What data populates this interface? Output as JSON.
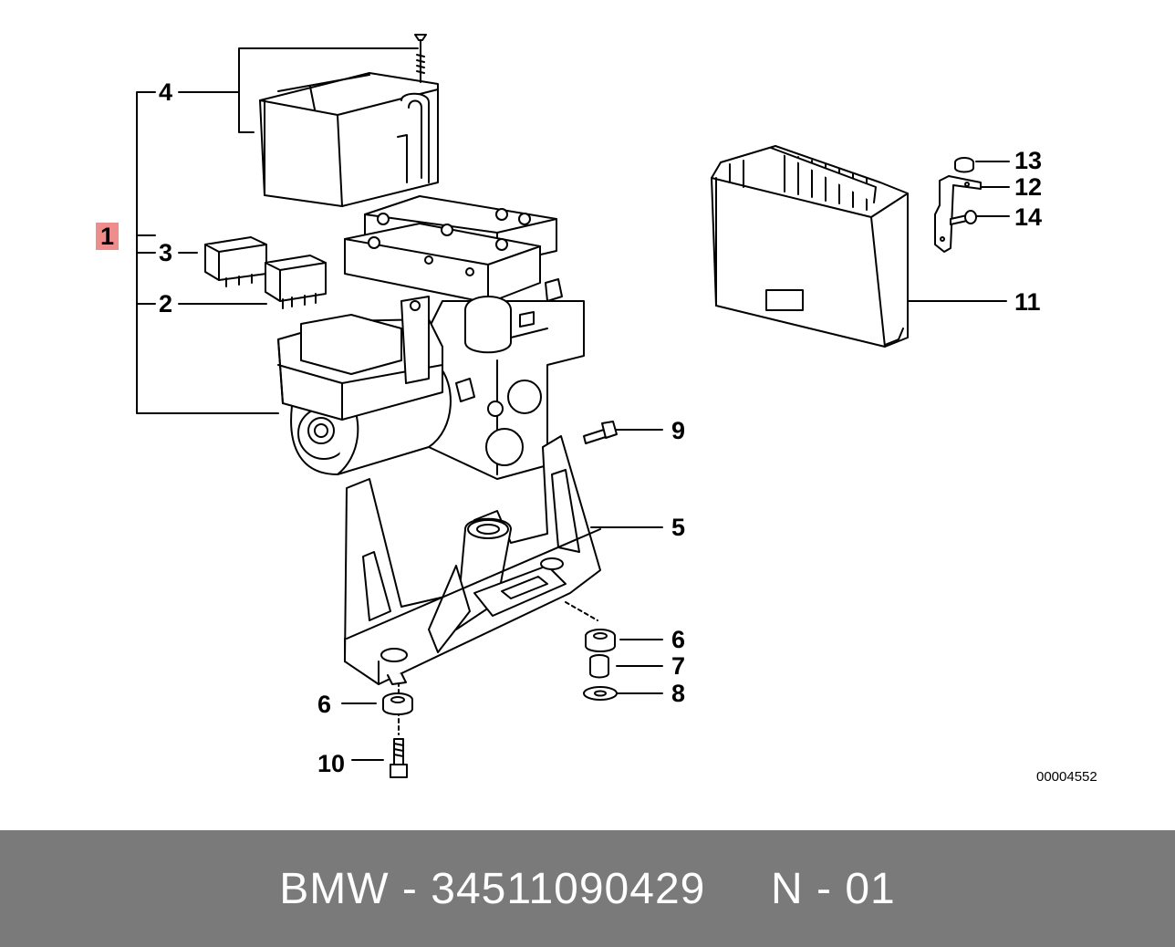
{
  "callouts": {
    "c1": "1",
    "c2": "2",
    "c3": "3",
    "c4": "4",
    "c5": "5",
    "c6a": "6",
    "c6b": "6",
    "c7": "7",
    "c8": "8",
    "c9": "9",
    "c10": "10",
    "c11": "11",
    "c12": "12",
    "c13": "13",
    "c14": "14"
  },
  "diagram_id": "00004552",
  "footer": {
    "text": "BMW - 34511090429     N - 01"
  },
  "colors": {
    "highlight": "#ef8c8c",
    "footer_bg": "#7a7a7a",
    "footer_text": "#ffffff",
    "line": "#000000"
  }
}
